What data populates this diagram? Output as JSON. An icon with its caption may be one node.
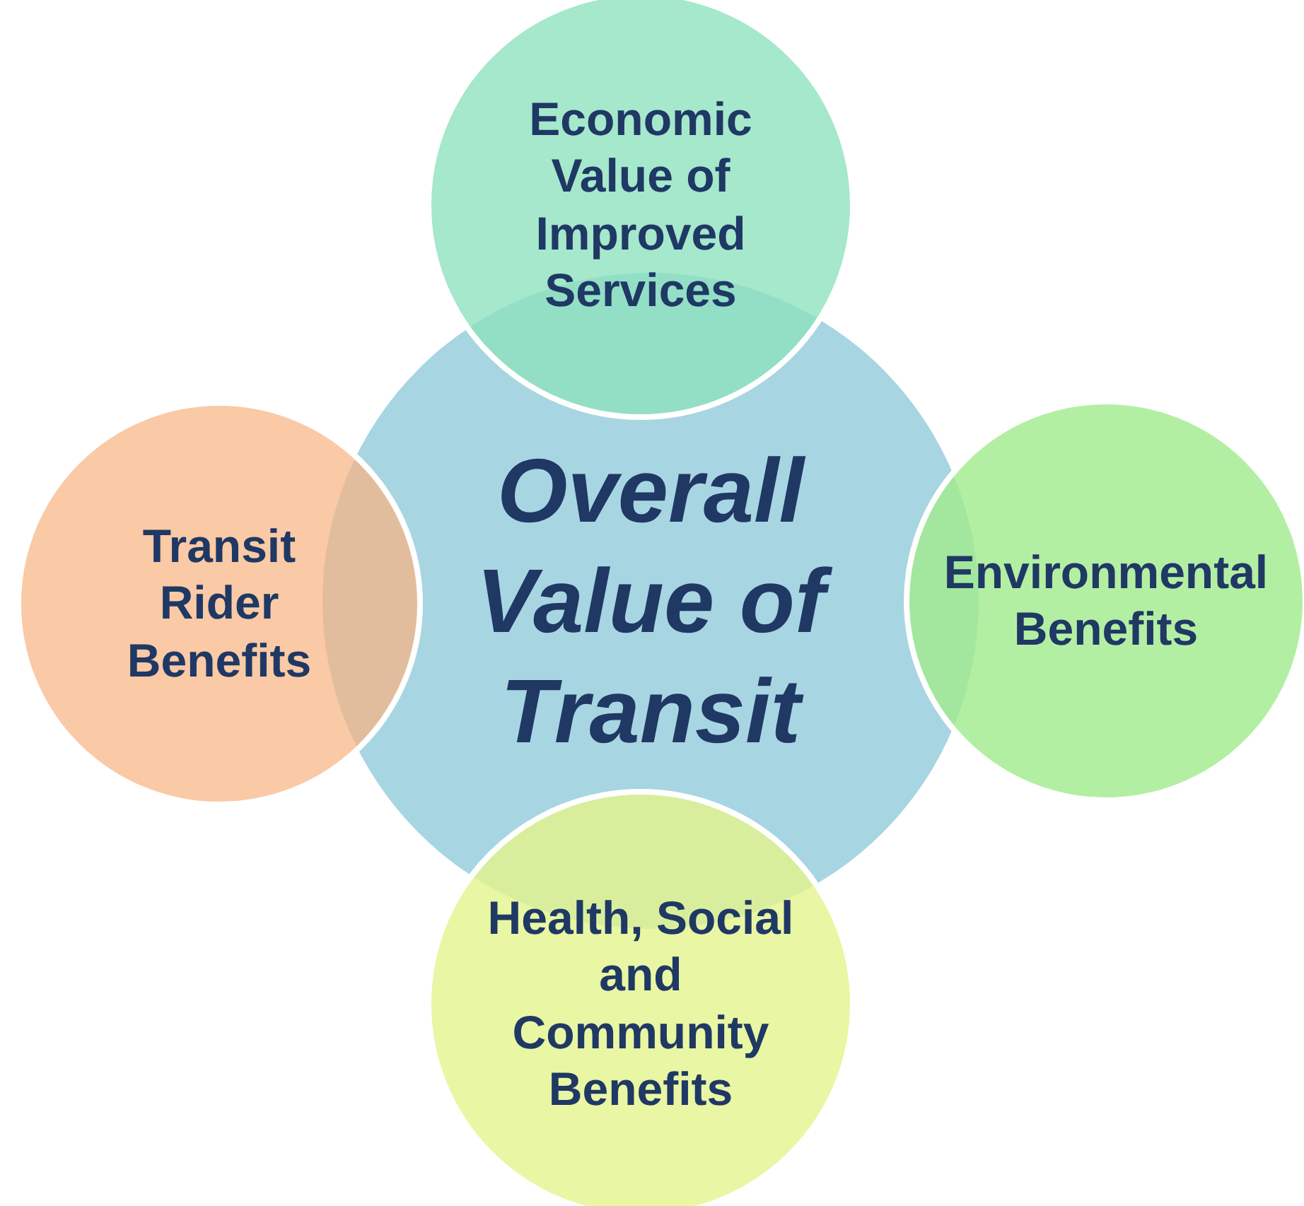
{
  "diagram": {
    "nodes": [
      {
        "text": [
          "Economic Value of Improved Services"
        ]
      },
      {
        "text": [
          "Transit Rider Benefits"
        ]
      },
      {
        "text": [
          "Overall Value of Transit"
        ]
      },
      {
        "text": [
          "Environmental Benefits"
        ]
      },
      {
        "text": [
          "Health, Social and Community Benefits"
        ]
      }
    ]
  }
}
